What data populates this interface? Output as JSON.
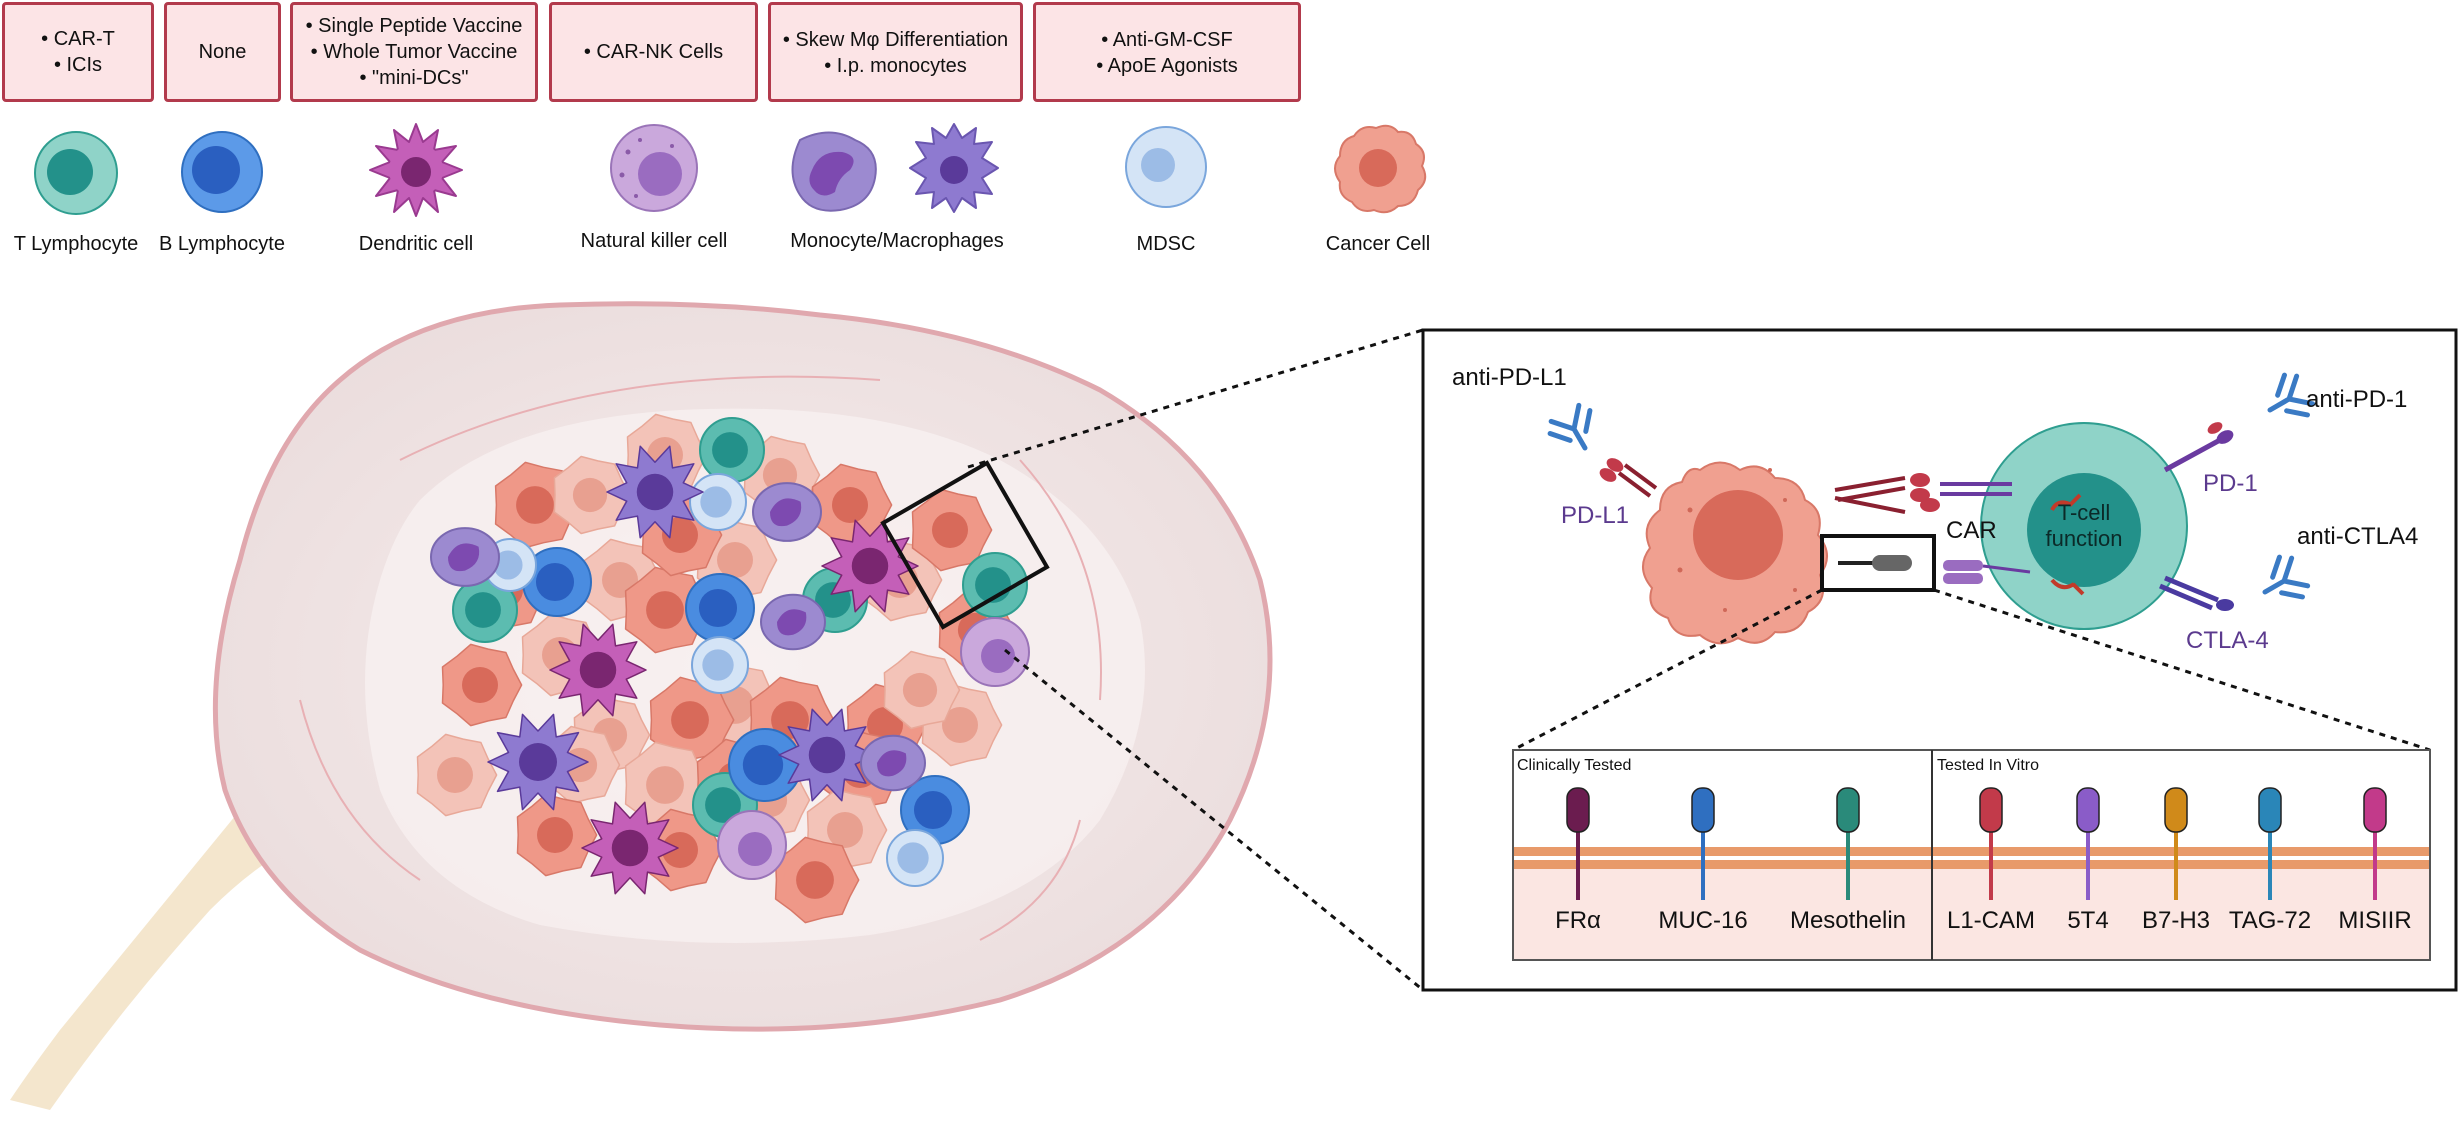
{
  "therapy_boxes": [
    {
      "lines": [
        "• CAR-T",
        "• ICIs"
      ]
    },
    {
      "lines": [
        "None"
      ]
    },
    {
      "lines": [
        "• Single Peptide Vaccine",
        "• Whole Tumor Vaccine",
        "• \"mini-DCs\""
      ]
    },
    {
      "lines": [
        "• CAR-NK Cells"
      ]
    },
    {
      "lines": [
        "• Skew Mφ Differentiation",
        "• I.p. monocytes"
      ]
    },
    {
      "lines": [
        "• Anti-GM-CSF",
        "• ApoE Agonists"
      ]
    }
  ],
  "cell_labels": {
    "t_lymphocyte": "T Lymphocyte",
    "b_lymphocyte": "B Lymphocyte",
    "dendritic": "Dendritic cell",
    "nk": "Natural killer cell",
    "monocyte": "Monocyte/Macrophages",
    "mdsc": "MDSC",
    "cancer": "Cancer Cell"
  },
  "zoom": {
    "anti_pd_l1": "anti-PD-L1",
    "pd_l1": "PD-L1",
    "car": "CAR",
    "tcell_function": "T-cell function",
    "anti_pd_1": "anti-PD-1",
    "pd_1": "PD-1",
    "anti_ctla4": "anti-CTLA4",
    "ctla_4": "CTLA-4"
  },
  "antigens": {
    "clinically_tested_label": "Clinically Tested",
    "in_vitro_label": "Tested In Vitro",
    "clinically_tested": [
      {
        "name": "FRα",
        "color": "#6b1c4f"
      },
      {
        "name": "MUC-16",
        "color": "#2f6fc0"
      },
      {
        "name": "Mesothelin",
        "color": "#2a8a7a"
      }
    ],
    "in_vitro": [
      {
        "name": "L1-CAM",
        "color": "#c23a4a"
      },
      {
        "name": "5T4",
        "color": "#8a5cc8"
      },
      {
        "name": "B7-H3",
        "color": "#d08a1a"
      },
      {
        "name": "TAG-72",
        "color": "#2a86b8"
      },
      {
        "name": "MISIIR",
        "color": "#c23a8a"
      }
    ]
  },
  "colors": {
    "box_fill": "#fce4e6",
    "box_border": "#b23a4c",
    "t_cell": "#2f9e90",
    "b_cell": "#3b7fd8",
    "dendritic": "#b04aa8",
    "nk": "#a07ac0",
    "macrophage": "#8a78c8",
    "mdsc": "#aac6e8",
    "cancer": "#e8857a",
    "tumor_outline": "#e0a8ae",
    "antibody": "#3a7ac4",
    "membrane": "#e89a6a"
  }
}
